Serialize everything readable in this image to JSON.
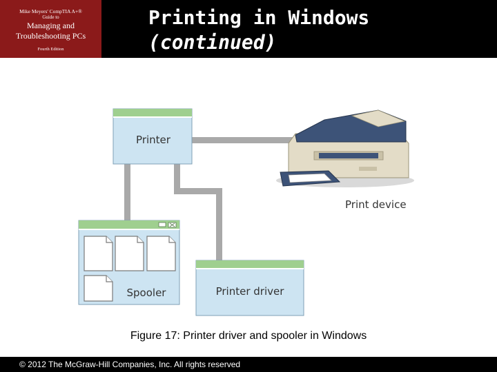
{
  "book": {
    "series": "Mike Meyers' CompTIA A+®",
    "guide": "Guide to",
    "title_line1": "Managing and",
    "title_line2": "Troubleshooting PCs",
    "edition": "Fourth Edition"
  },
  "slide": {
    "title": "Printing in Windows",
    "subtitle": "(continued)"
  },
  "diagram": {
    "printer_window_label": "Printer",
    "spooler_window_label": "Spooler",
    "driver_window_label": "Printer driver",
    "print_device_label": "Print device"
  },
  "caption": "Figure 17: Printer driver and spooler in Windows",
  "footer": {
    "copyright": "© 2012 The McGraw-Hill Companies, Inc. All rights reserved"
  },
  "colors": {
    "window_title_green": "#9fcf8f",
    "window_body_blue": "#cde4f2",
    "connector_gray": "#a9a9a9",
    "printer_body": "#e3dcc7",
    "printer_top": "#3d5378",
    "header_maroon": "#8b1a1a"
  }
}
